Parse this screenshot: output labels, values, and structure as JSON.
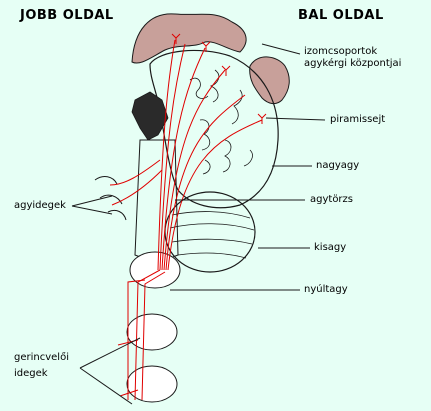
{
  "headers": {
    "right_side": "JOBB OLDAL",
    "left_side": "BAL OLDAL"
  },
  "labels": {
    "motor_centers_line1": "izomcsoportok",
    "motor_centers_line2": "agykérgi központjai",
    "pyramidal_cell": "piramissejt",
    "cerebrum": "nagyagy",
    "brainstem": "agytörzs",
    "cerebellum": "kisagy",
    "medulla": "nyúltagy",
    "cranial_nerves": "agyidegek",
    "spinal_nerves_line1": "gerincvelői",
    "spinal_nerves_line2": "idegek"
  },
  "colors": {
    "background": "#e6fff5",
    "tract": "#e00000",
    "outline": "#1a1a1a",
    "cortex_strip": "#c8a09a"
  }
}
